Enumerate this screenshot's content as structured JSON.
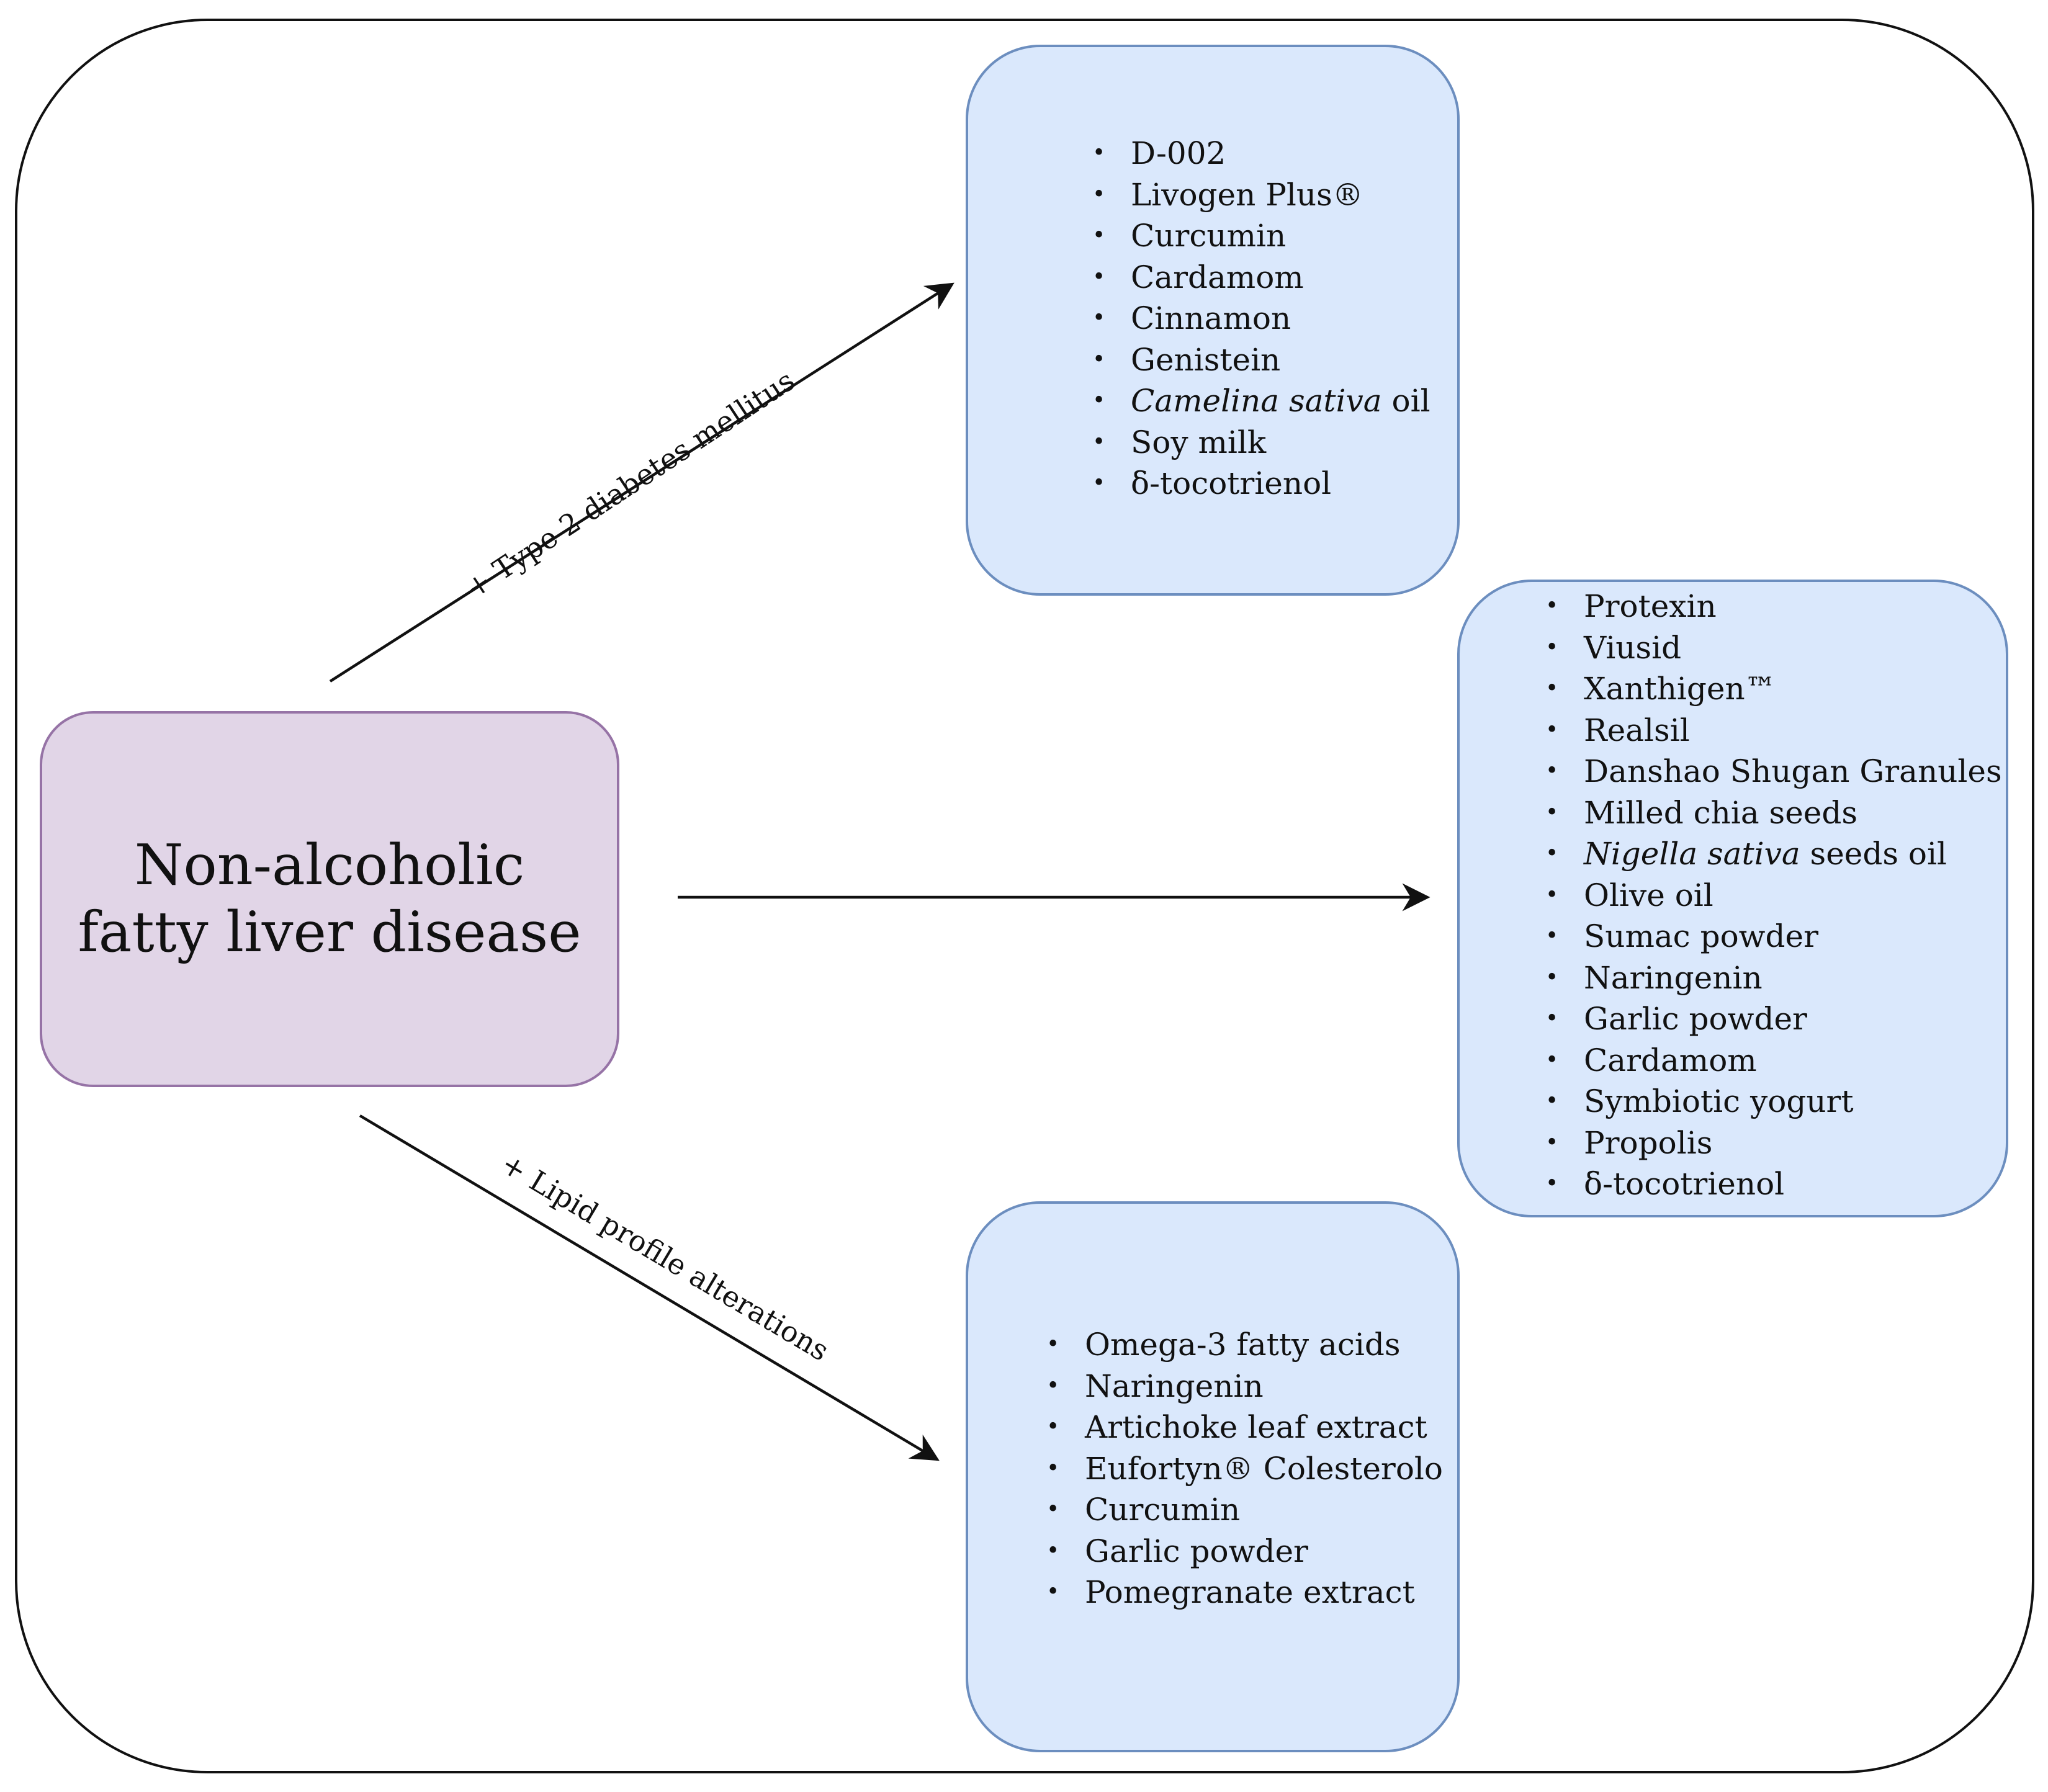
{
  "center": {
    "label": "Non-alcoholic fatty liver disease"
  },
  "edges": {
    "t2dm": "+ Type 2 diabetes mellitus",
    "lipid": "+ Lipid profile alterations"
  },
  "lists": {
    "t2dm": [
      {
        "pre": "",
        "it": "",
        "post": "D-002"
      },
      {
        "pre": "",
        "it": "",
        "post": "Livogen Plus®"
      },
      {
        "pre": "",
        "it": "",
        "post": "Curcumin"
      },
      {
        "pre": "",
        "it": "",
        "post": "Cardamom"
      },
      {
        "pre": "",
        "it": "",
        "post": "Cinnamon"
      },
      {
        "pre": "",
        "it": "",
        "post": "Genistein"
      },
      {
        "pre": "",
        "it": "Camelina sativa",
        "post": " oil"
      },
      {
        "pre": "",
        "it": "",
        "post": "Soy milk"
      },
      {
        "pre": "",
        "it": "",
        "post": "δ-tocotrienol"
      }
    ],
    "main": [
      {
        "pre": "",
        "it": "",
        "post": "Protexin"
      },
      {
        "pre": "",
        "it": "",
        "post": "Viusid"
      },
      {
        "pre": "",
        "it": "",
        "post": "Xanthigen™"
      },
      {
        "pre": "",
        "it": "",
        "post": "Realsil"
      },
      {
        "pre": "",
        "it": "",
        "post": "Danshao Shugan Granules"
      },
      {
        "pre": "",
        "it": "",
        "post": "Milled chia seeds"
      },
      {
        "pre": "",
        "it": "Nigella sativa",
        "post": " seeds oil"
      },
      {
        "pre": "",
        "it": "",
        "post": "Olive oil"
      },
      {
        "pre": "",
        "it": "",
        "post": "Sumac powder"
      },
      {
        "pre": "",
        "it": "",
        "post": "Naringenin"
      },
      {
        "pre": "",
        "it": "",
        "post": "Garlic powder"
      },
      {
        "pre": "",
        "it": "",
        "post": "Cardamom"
      },
      {
        "pre": "",
        "it": "",
        "post": "Symbiotic yogurt"
      },
      {
        "pre": "",
        "it": "",
        "post": "Propolis"
      },
      {
        "pre": "",
        "it": "",
        "post": "δ-tocotrienol"
      }
    ],
    "lipid": [
      {
        "pre": "",
        "it": "",
        "post": "Omega-3 fatty acids"
      },
      {
        "pre": "",
        "it": "",
        "post": "Naringenin"
      },
      {
        "pre": "",
        "it": "",
        "post": "Artichoke leaf extract"
      },
      {
        "pre": "",
        "it": "",
        "post": "Eufortyn® Colesterolo"
      },
      {
        "pre": "",
        "it": "",
        "post": "Curcumin"
      },
      {
        "pre": "",
        "it": "",
        "post": "Garlic powder"
      },
      {
        "pre": "",
        "it": "",
        "post": "Pomegranate extract"
      }
    ]
  }
}
